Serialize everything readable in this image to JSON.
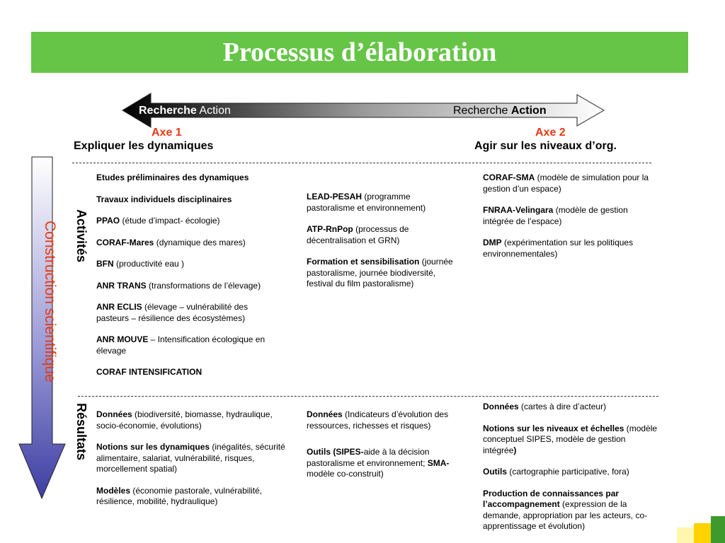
{
  "title": "Processus d’élaboration",
  "arrow": {
    "left_bold": "Recherche",
    "left_rest": " Action",
    "right_rest": "Recherche ",
    "right_bold": "Action"
  },
  "axes": {
    "axe1_label": "Axe 1",
    "axe1_sub": "Expliquer les dynamiques",
    "axe2_label": "Axe 2",
    "axe2_sub": "Agir sur les niveaux d’org."
  },
  "side_labels": {
    "construction": "Construction scientifique",
    "activites": "Activités",
    "resultats": "Résultats"
  },
  "activites": {
    "col1": [
      {
        "b": "Etudes préliminaires des dynamiques",
        "t": ""
      },
      {
        "b": "Travaux individuels disciplinaires",
        "t": ""
      },
      {
        "b": "PPAO",
        "t": " (étude d’impact- écologie)"
      },
      {
        "b": "CORAF-Mares",
        "t": " (dynamique des mares)"
      },
      {
        "b": "BFN",
        "t": " (productivité eau )"
      },
      {
        "b": "ANR TRANS",
        "t": " (transformations de l’élevage)"
      },
      {
        "b": "ANR ECLIS",
        "t": " (élevage – vulnérabilité des pasteurs – résilience des écosystèmes)"
      },
      {
        "b": "ANR MOUVE",
        "t": " – Intensification écologique en élevage"
      },
      {
        "b": "CORAF INTENSIFICATION",
        "t": ""
      }
    ],
    "col2": [
      {
        "b": "LEAD-PESAH",
        "t": " (programme pastoralisme et environnement)"
      },
      {
        "b": "ATP-RnPop",
        "t": " (processus de décentralisation et GRN)"
      },
      {
        "b": "Formation et  sensibilisation",
        "t": " (journée pastoralisme, journée biodiversité, festival du film pastoralisme)"
      }
    ],
    "col3": [
      {
        "b": "CORAF-SMA",
        "t": " (modèle de simulation pour la gestion d’un espace)"
      },
      {
        "b": "FNRAA-Velingara",
        "t": " (modèle de gestion intégrée de l’espace)"
      },
      {
        "b": "DMP",
        "t": " (expérimentation sur les politiques environnementales)"
      }
    ]
  },
  "resultats": {
    "col1": [
      {
        "b": "Données",
        "t": " (biodiversité, biomasse, hydraulique, socio-économie, évolutions)"
      },
      {
        "b": "Notions sur les dynamiques",
        "t": "  (inégalités, sécurité alimentaire, salariat, vulnérabilité, risques, morcellement spatial)"
      },
      {
        "b": "Modèles",
        "t": " (économie pastorale, vulnérabilité, résilience, mobilité, hydraulique)"
      }
    ],
    "col2": [
      {
        "b": "Données",
        "t": " (Indicateurs d’évolution des ressources, richesses et risques)"
      },
      {
        "b": "Outils (SIPES-",
        "t": "aide à la décision pastoralisme et environnement; ",
        "b2": "SMA-",
        "t2": "modèle co-construit)"
      }
    ],
    "col3": [
      {
        "b": "Données",
        "t": " (cartes à dire d’acteur)"
      },
      {
        "b": "Notions sur les niveaux et échelles",
        "t": " (modèle conceptuel SIPES, modèle de gestion intégrée",
        "b2": ")",
        "t2": ""
      },
      {
        "b": "Outils",
        "t": " (cartographie participative, fora)"
      },
      {
        "b": "Production de connaissances par l’accompagnement",
        "t": " (expression de la demande, appropriation par les acteurs, co-apprentissage et évolution)"
      }
    ]
  },
  "colors": {
    "title_bg": "#66c547",
    "accent_red": "#e8390f",
    "down_arrow": "#4a4aa8",
    "corner_yellow": "#ffd200",
    "corner_green": "#3d9b2e"
  }
}
